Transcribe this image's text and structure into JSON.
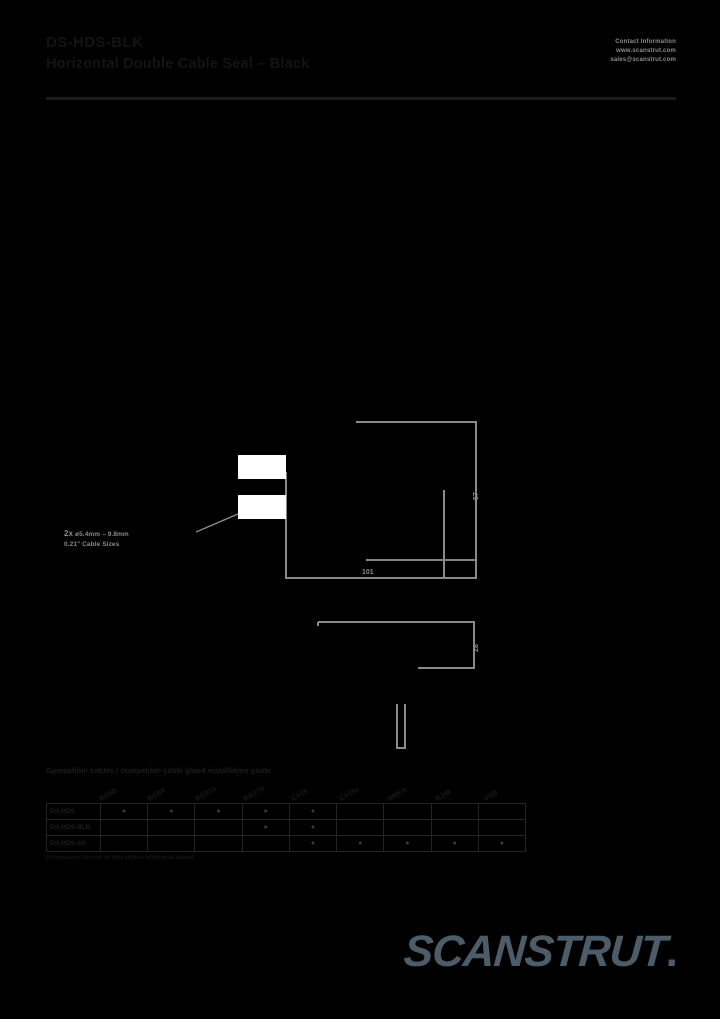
{
  "header": {
    "doc_code": "DS-HDS-BLK",
    "doc_title": "Horizontal Double Cable Seal – Black",
    "contact_lines": [
      "Contact Information",
      "www.scanstrut.com",
      "sales@scanstrut.com"
    ]
  },
  "drawing": {
    "callout_qty": "2x",
    "callout_line1": "ø5.4mm – 9.8mm",
    "callout_line2": "0.21\" Cable Sizes",
    "dim_width": "101",
    "dim_height": "57",
    "dim_depth": "28"
  },
  "table": {
    "caption": "Compatible cables / compatible cable gland installation guide",
    "columns": [
      "RG58",
      "RG8X",
      "RG213",
      "RG174",
      "CAT5",
      "CAT5e",
      "NMEA",
      "RJ45",
      "USB"
    ],
    "rows": [
      {
        "label": "DS-HDS",
        "cells": [
          "●",
          "●",
          "●",
          "●",
          "●",
          "",
          "",
          "",
          ""
        ]
      },
      {
        "label": "DS-HDS-BLK",
        "cells": [
          "",
          "",
          "",
          "●",
          "●",
          "",
          "",
          "",
          ""
        ]
      },
      {
        "label": "DS-HDS-SS",
        "cells": [
          "",
          "",
          "",
          "",
          "●",
          "●",
          "●",
          "●",
          "●"
        ]
      }
    ],
    "footnote": "Dimensions shown in mm unless otherwise stated"
  },
  "logo": {
    "text": "SCANSTRUT",
    "dot": "."
  }
}
